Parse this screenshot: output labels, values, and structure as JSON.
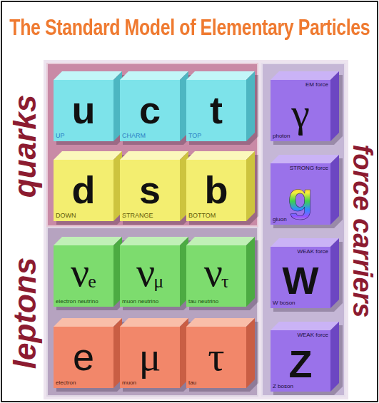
{
  "diagram": {
    "title": "The Standard Model of Elementary Particles",
    "nodes": [
      {
        "text": [
          "quarks"
        ]
      },
      {
        "text": [
          "u",
          "UP"
        ],
        "in": 0
      },
      {
        "text": [
          "c",
          "CHARM"
        ],
        "in": 0
      },
      {
        "text": [
          "t",
          "TOP"
        ],
        "in": 0
      },
      {
        "text": [
          "d",
          "DOWN"
        ],
        "in": 0
      },
      {
        "text": [
          "s",
          "STRANGE"
        ],
        "in": 0
      },
      {
        "text": [
          "b",
          "BOTTOM"
        ],
        "in": 0
      },
      {
        "text": [
          "leptons"
        ]
      },
      {
        "text": [
          "ν",
          "e",
          "electron neutrino"
        ],
        "in": 7
      },
      {
        "text": [
          "ν",
          "μ",
          "muon neutrino"
        ],
        "in": 7
      },
      {
        "text": [
          "ν",
          "τ",
          "tau neutrino"
        ],
        "in": 7
      },
      {
        "text": [
          "e",
          "electron"
        ],
        "in": 7
      },
      {
        "text": [
          "μ",
          "muon"
        ],
        "in": 7
      },
      {
        "text": [
          "τ",
          "tau"
        ],
        "in": 7
      },
      {
        "text": [
          "force carriers"
        ]
      },
      {
        "text": [
          "EM force",
          "γ",
          "photon"
        ],
        "in": 14
      },
      {
        "text": [
          "STRONG force",
          "g",
          "gluon"
        ],
        "in": 14
      },
      {
        "text": [
          "WEAK force",
          "W",
          "W boson"
        ],
        "in": 14
      },
      {
        "text": [
          "WEAK force",
          "Z",
          "Z boson"
        ],
        "in": 14
      }
    ]
  }
}
